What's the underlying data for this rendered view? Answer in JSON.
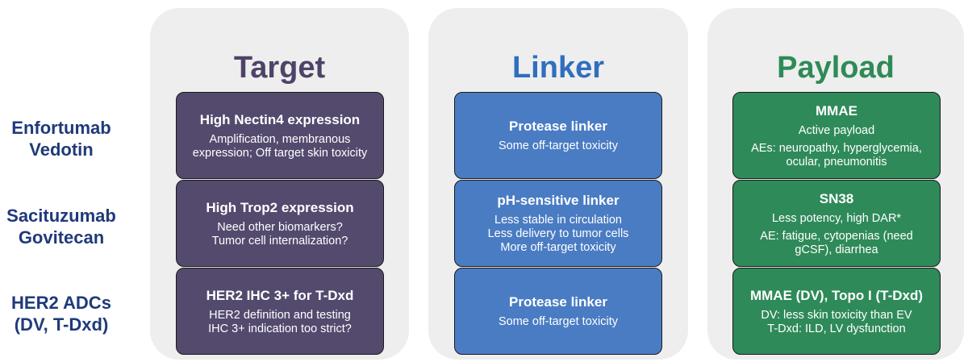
{
  "columns": {
    "target": "Target",
    "linker": "Linker",
    "payload": "Payload"
  },
  "rows": [
    {
      "label_line1": "Enfortumab",
      "label_line2": "Vedotin"
    },
    {
      "label_line1": "Sacituzumab",
      "label_line2": "Govitecan"
    },
    {
      "label_line1": "HER2 ADCs",
      "label_line2": "(DV, T-Dxd)"
    }
  ],
  "cells": {
    "target": [
      {
        "title": "High Nectin4 expression",
        "lines": [
          "Amplification, membranous",
          "expression; Off target skin toxicity"
        ]
      },
      {
        "title": "High Trop2 expression",
        "lines": [
          "Need other biomarkers?",
          "Tumor cell internalization?"
        ]
      },
      {
        "title": "HER2 IHC 3+ for T-Dxd",
        "lines": [
          "HER2 definition and testing",
          "IHC 3+ indication too strict?"
        ]
      }
    ],
    "linker": [
      {
        "title": "Protease linker",
        "lines": [
          "Some off-target toxicity"
        ]
      },
      {
        "title": "pH-sensitive linker",
        "lines": [
          "Less stable in circulation",
          "Less delivery to tumor cells",
          "More off-target toxicity"
        ]
      },
      {
        "title": "Protease linker",
        "lines": [
          "Some off-target toxicity"
        ]
      }
    ],
    "payload": [
      {
        "title": "MMAE",
        "lines": [
          "Active payload"
        ],
        "lines2": [
          "AEs: neuropathy, hyperglycemia,",
          "ocular, pneumonitis"
        ]
      },
      {
        "title": "SN38",
        "lines": [
          "Less potency, high DAR*"
        ],
        "lines2": [
          "AE: fatigue, cytopenias (need",
          "gCSF), diarrhea"
        ]
      },
      {
        "title": "MMAE (DV), Topo I (T-Dxd)",
        "lines": [
          "DV: less skin toxicity than EV",
          "T-Dxd: ILD, LV dysfunction"
        ]
      }
    ]
  }
}
